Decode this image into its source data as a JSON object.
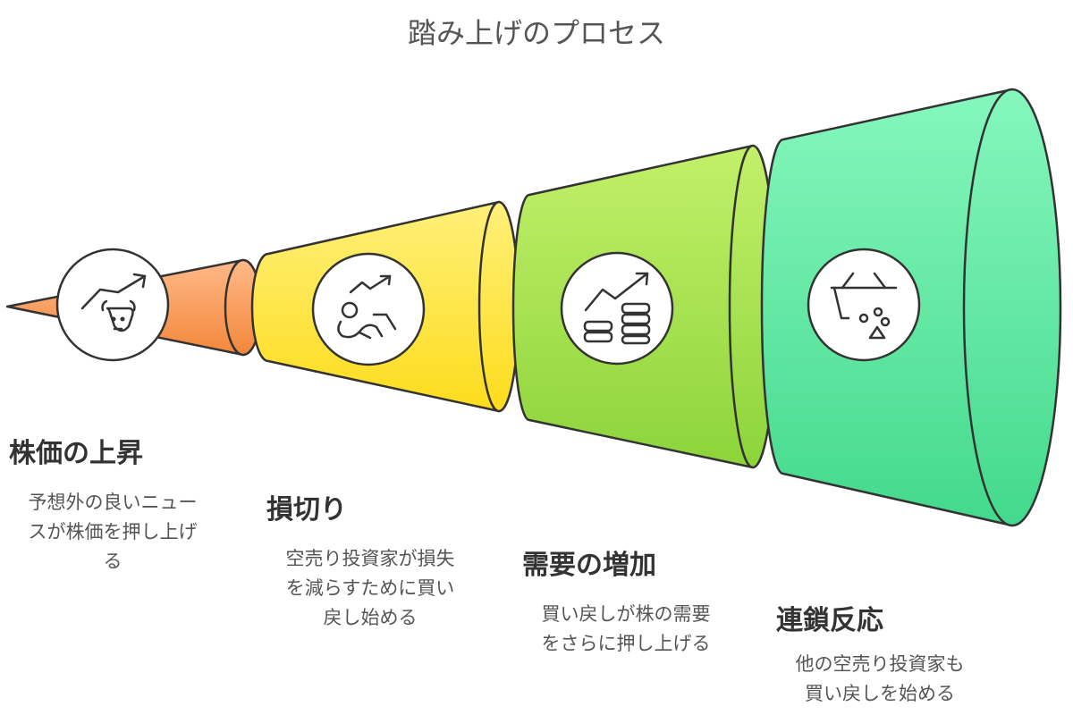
{
  "title": "踏み上げのプロセス",
  "stages": [
    {
      "heading": "株価の上昇",
      "desc_lines": [
        "予想外の良いニュー",
        "スが株価を押し上げ",
        "る"
      ],
      "color": "#f59c56",
      "icon": "bull-chart-icon"
    },
    {
      "heading": "損切り",
      "desc_lines": [
        "空売り投資家が損失",
        "を減らすために買い",
        "戻し始める"
      ],
      "color": "#fde046",
      "icon": "falling-person-chart-icon"
    },
    {
      "heading": "需要の増加",
      "desc_lines": [
        "買い戻しが株の需要",
        "をさらに押し上げる"
      ],
      "color": "#a6e244",
      "icon": "coins-chart-icon"
    },
    {
      "heading": "連鎖反応",
      "desc_lines": [
        "他の空売り投資家も",
        "買い戻しを始める"
      ],
      "color": "#5ee6a0",
      "icon": "basket-icon"
    }
  ]
}
